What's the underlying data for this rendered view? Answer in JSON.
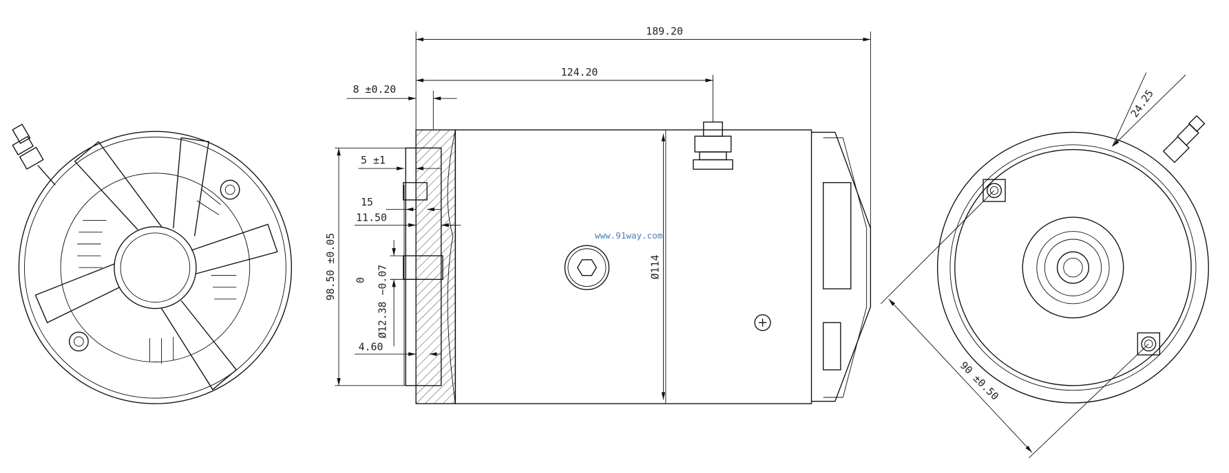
{
  "watermark": "www.91way.com",
  "dimensions": {
    "overall_length": "189.20",
    "to_terminal": "124.20",
    "flange_thickness": "8 ±0.20",
    "shaft_offset": "5 ±1",
    "d15": "15",
    "d11_50": "11.50",
    "pilot_diameter": "98.50 ±0.05",
    "tol_upper": "0",
    "shaft_diameter": "Ø12.38 −0.07",
    "d4_60": "4.60",
    "body_diameter": "Ø114",
    "terminal_offset": "24.25",
    "bolt_spacing": "90 ±0.50"
  },
  "colors": {
    "line": "#111111",
    "watermark": "#4a7fb5"
  }
}
